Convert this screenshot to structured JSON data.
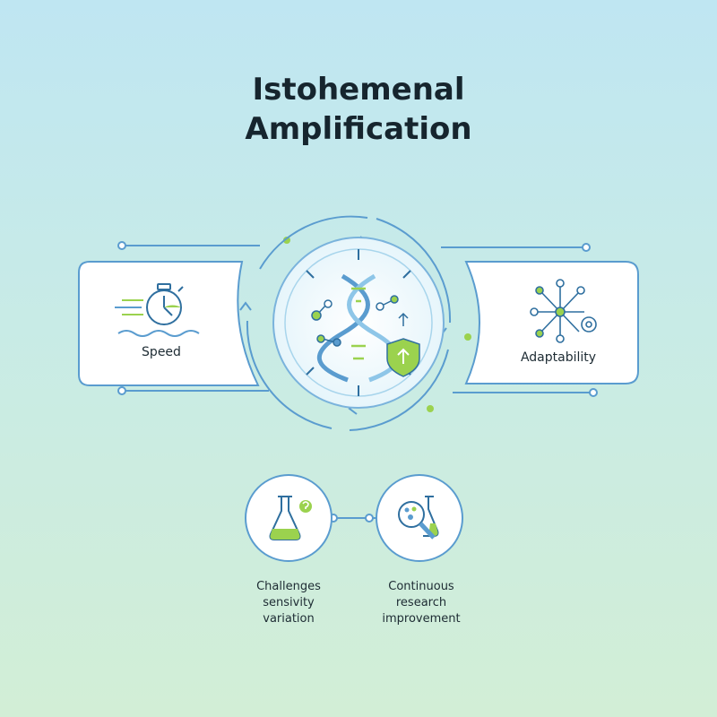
{
  "title": {
    "line1": "Istohemenal",
    "line2": "Amplification"
  },
  "cards": {
    "left": "Speed",
    "right": "Adaptability"
  },
  "bottom": {
    "left": [
      "Challenges",
      "sensivity",
      "variation"
    ],
    "right": [
      "Continuous",
      "research",
      "improvement"
    ]
  },
  "colors": {
    "outline": "#5a9ccf",
    "accent": "#9bd24e",
    "text": "#16252e"
  },
  "icons": {
    "left_card": "stopwatch-icon",
    "center": "dna-icon",
    "right_card": "network-gear-icon",
    "bottom_left": "flask-question-icon",
    "bottom_right": "magnifier-flask-icon"
  }
}
